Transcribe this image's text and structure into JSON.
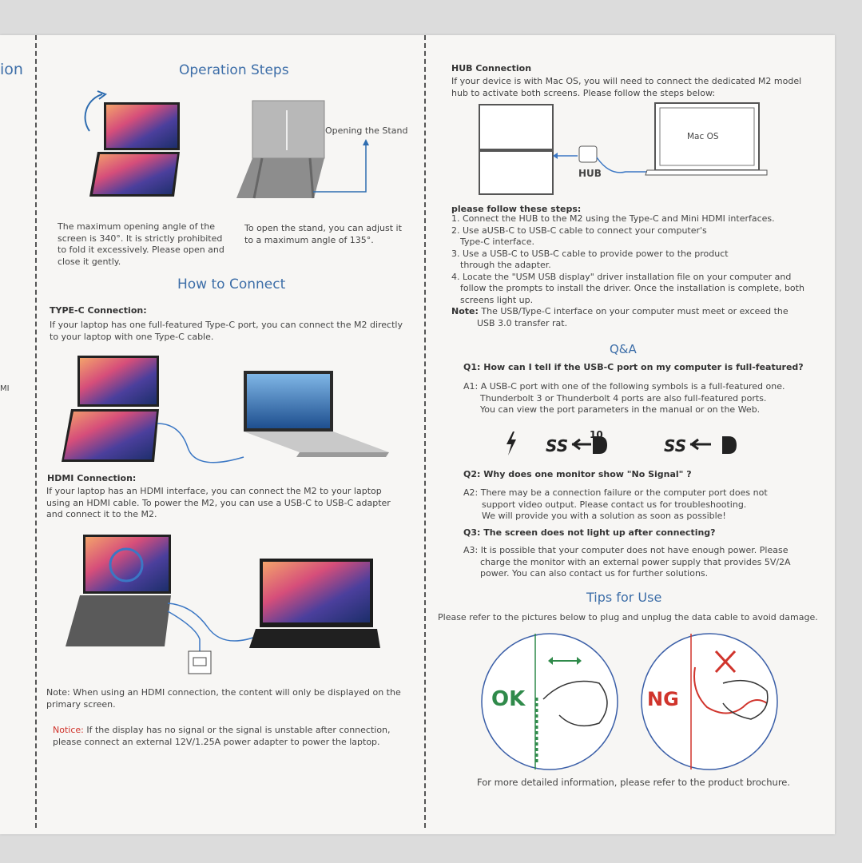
{
  "left_edge": {
    "partial_title": "ion",
    "partial_char": "MI"
  },
  "left": {
    "title_operation": "Operation Steps",
    "stand_label": "Opening the Stand",
    "cap_angle": "The maximum opening angle of the screen is 340°. It is strictly prohibited to fold it excessively. Please open and close it gently.",
    "cap_stand": "To open the stand, you can adjust it to a maximum angle of 135°.",
    "title_connect": "How to Connect",
    "typec_heading": "TYPE-C Connection:",
    "typec_text": "If your laptop has one full-featured Type-C port, you can connect the M2 directly to your laptop with one Type-C cable.",
    "hdmi_heading": "HDMI Connection:",
    "hdmi_text": "If your laptop has an HDMI interface, you can connect the M2 to your laptop using an HDMI cable. To power the M2, you can use a USB-C to USB-C adapter and connect it to the M2.",
    "note_label": "Note:",
    "note_text": "When using an HDMI connection, the content will only be displayed on the primary screen.",
    "notice_label": "Notice:",
    "notice_text": "If the display has no signal or the signal is unstable after connection, please connect an external 12V/1.25A power adapter to power the laptop."
  },
  "right": {
    "hub_heading": "HUB Connection",
    "hub_text": "If your device is with Mac OS, you will need to connect the dedicated M2 model hub to activate both screens. Please follow the steps below:",
    "macos_label": "Mac OS",
    "hub_label": "HUB",
    "steps_heading": "please follow these steps:",
    "step1": "1. Connect the HUB to the M2 using the Type-C and Mini HDMI interfaces.",
    "step2a": "2. Use aUSB-C to USB-C cable to connect your computer's",
    "step2b": "Type-C interface.",
    "step3a": "3. Use a  USB-C to USB-C cable to provide power to the product",
    "step3b": "through the adapter.",
    "step4a": "4. Locate the \"USM USB display\" driver installation file on your computer and",
    "step4b": "follow the prompts to install the driver. Once the installation is complete, both",
    "step4c": "screens light up.",
    "note_label": "Note:",
    "note_a": "The USB/Type-C interface on your computer must meet or exceed the",
    "note_b": "USB 3.0 transfer rat.",
    "qa_title": "Q&A",
    "q1": "Q1: How can I tell if the USB-C port on my computer is full-featured?",
    "a1_label": "A1:",
    "a1_a": "A USB-C port with one of the following symbols is a full-featured one.",
    "a1_b": "Thunderbolt 3 or Thunderbolt 4 ports are also full-featured ports.",
    "a1_c": "You can view the port parameters in the manual or on the Web.",
    "sym_ss": "SS",
    "sym_10": "10",
    "q2": "Q2: Why does one monitor show \"No Signal\" ?",
    "a2_label": "A2:",
    "a2_a": "There may be a connection failure or the computer port does not",
    "a2_b": "support video output. Please contact us for troubleshooting.",
    "a2_c": "We will provide you with a solution as soon as possible!",
    "q3": "Q3: The screen does not light up after connecting?",
    "a3_label": "A3:",
    "a3_a": "It is possible that your computer does not have enough power. Please",
    "a3_b": "charge the monitor with an external power supply that provides 5V/2A",
    "a3_c": "power. You can also contact us for further solutions.",
    "tips_title": "Tips for Use",
    "tips_text": "Please refer to the pictures below to  plug and unplug the data cable to avoid damage.",
    "ok_label": "OK",
    "ng_label": "NG",
    "footer": "For more detailed information, please refer to the product brochure."
  },
  "colors": {
    "accent_blue": "#3d6ea8",
    "ok_green": "#2f8a4a",
    "ng_red": "#d0342c"
  }
}
